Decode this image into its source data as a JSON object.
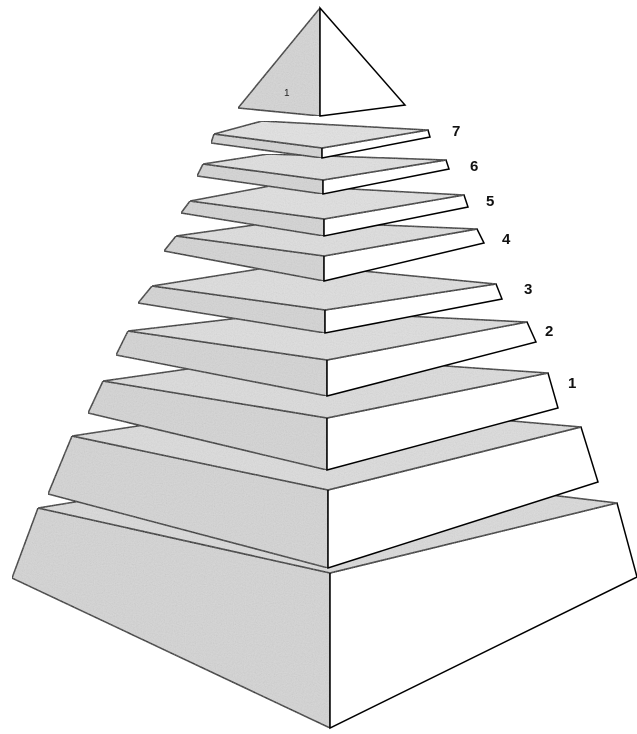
{
  "diagram": {
    "description_kind": "stepped-pyramid",
    "colors": {
      "shade": "#d6d6d6",
      "shade_light": "#e6e6e6",
      "face_light": "#ffffff",
      "edge": "#000000"
    },
    "labels": [
      "7",
      "6",
      "5",
      "4",
      "3",
      "2",
      "1"
    ],
    "capstone_mark": "1"
  }
}
